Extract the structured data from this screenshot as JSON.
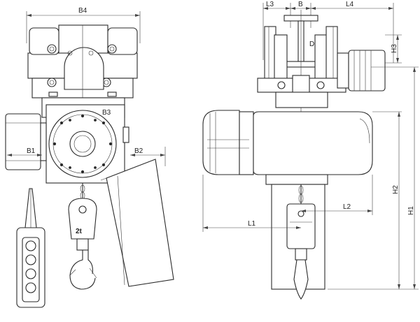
{
  "dimensions": {
    "b4": "B4",
    "b3": "B3",
    "b1": "B1",
    "b2": "B2",
    "l3": "L3",
    "b": "B",
    "l4": "L4",
    "h3": "H3",
    "h2": "H2",
    "h1": "H1",
    "l1": "L1",
    "l2": "L2"
  },
  "capacity_mark": "2t"
}
